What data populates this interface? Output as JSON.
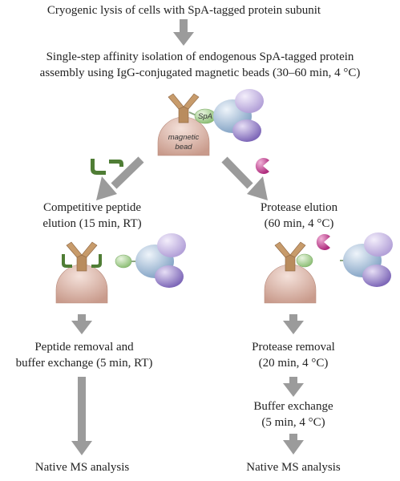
{
  "colors": {
    "arrow": "#9b9b9b",
    "antibody": "#b98c5e",
    "antibody_dark": "#8c6440",
    "bead": "#d9b2a6",
    "spa": "#a9cf95",
    "peptide": "#4f7d35",
    "protease": "#c33f8f",
    "subunit_purple": "#9b89c9",
    "subunit_blue": "#9bb6d3",
    "subunit_lavender": "#c7b8e3"
  },
  "steps": {
    "lysis": "Cryogenic lysis of cells with SpA-tagged protein subunit",
    "isolation_line1": "Single-step affinity isolation of endogenous SpA-tagged protein",
    "isolation_line2": "assembly using IgG-conjugated magnetic beads (30–60 min, 4 °C)",
    "left_elution_line1": "Competitive peptide",
    "left_elution_line2": "elution (15 min, RT)",
    "right_elution_line1": "Protease elution",
    "right_elution_line2": "(60 min, 4 °C)",
    "peptide_removal_line1": "Peptide removal and",
    "peptide_removal_line2": "buffer exchange (5 min, RT)",
    "protease_removal_line1": "Protease removal",
    "protease_removal_line2": "(20 min, 4 °C)",
    "buffer_exchange_line1": "Buffer exchange",
    "buffer_exchange_line2": "(5 min, 4 °C)",
    "native_ms_left": "Native MS analysis",
    "native_ms_right": "Native MS analysis"
  },
  "labels": {
    "spa": "SpA",
    "bead_line1": "magnetic",
    "bead_line2": "bead"
  }
}
